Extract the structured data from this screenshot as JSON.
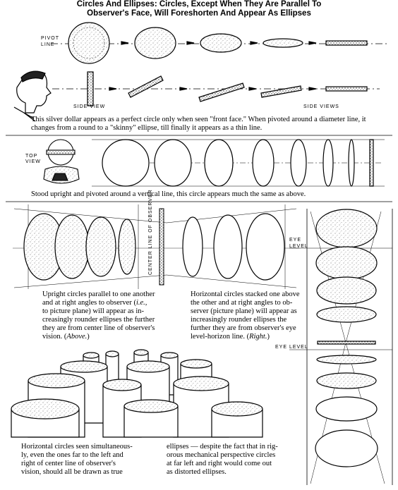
{
  "title": {
    "line1": "Circles And Ellipses: Circles, Except When They Are Parallel To",
    "line2": "Observer's Face, Will Foreshorten And Appear As Ellipses"
  },
  "labels": {
    "pivot_line_1": "PIVOT",
    "pivot_line_2": "LINE",
    "side_view": "SIDE VIEW",
    "side_views": "SIDE VIEWS",
    "top_view_1": "TOP",
    "top_view_2": "VIEW",
    "center_line": "CENTER LINE OF OBSERVER",
    "eye_level_1": "EYE",
    "eye_level_2": "LEVEL",
    "eye_level_3": "EYE LEVEL"
  },
  "captions": {
    "dollar_1": "This silver dollar appears as a perfect circle only when seen \"front face.\" When pivoted around a diameter line, it",
    "dollar_2": "changes from a round to a \"skinny\" ellipse, till finally it appears as a thin line.",
    "upright": "Stood upright and pivoted around a vertical line, this circle appears much the same as above.",
    "parallel_1": "Upright circles parallel to one another",
    "parallel_2": "and at right angles to observer (",
    "parallel_2_ie": "i.e.,",
    "parallel_3": "to picture plane) will appear as in-",
    "parallel_4": "creasingly rounder ellipses the further",
    "parallel_5": "they are from center line of observer's",
    "parallel_6": "vision. (",
    "parallel_6_above": "Above.",
    "parallel_6_end": ")",
    "stacked_1": "Horizontal circles stacked one above",
    "stacked_2": "the other and at right angles to ob-",
    "stacked_3": "server (picture plane) will appear as",
    "stacked_4": "increasingly rounder ellipses the",
    "stacked_5": "further they are from observer's eye",
    "stacked_6": "level-horizon line. (",
    "stacked_6_right": "Right.",
    "stacked_6_end": ")",
    "simul_1": "Horizontal circles seen simultaneous-",
    "simul_2": "ly, even the ones far to the left and",
    "simul_3": "right of center line of observer's",
    "simul_4": "vision, should all be drawn as true",
    "mech_1": "ellipses — despite the fact that in rig-",
    "mech_2": "orous mechanical perspective circles",
    "mech_3": "at far left and right would come out",
    "mech_4": "as distorted ellipses."
  }
}
